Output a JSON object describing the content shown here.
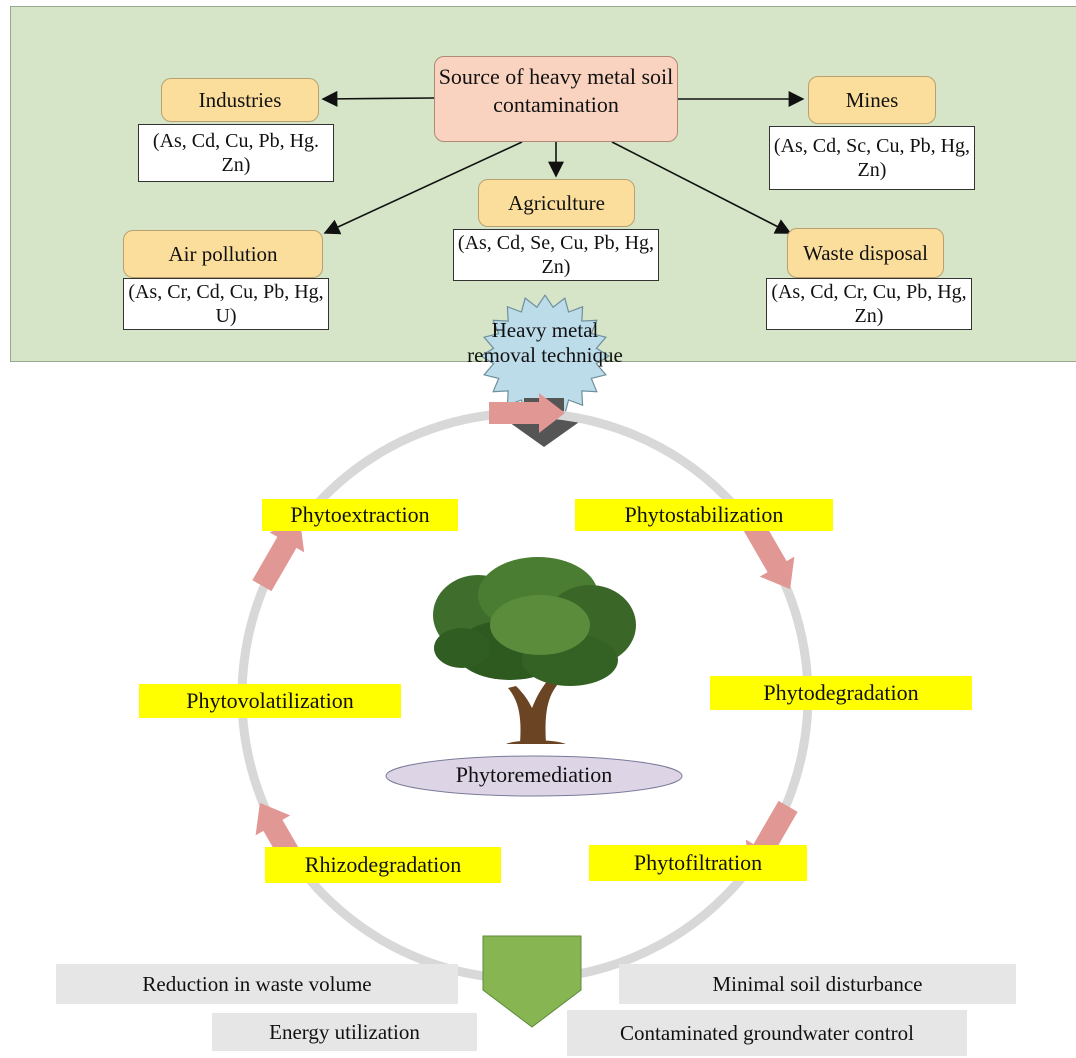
{
  "source": {
    "label": "Source of heavy metal soil contamination"
  },
  "categories": [
    {
      "id": "industries",
      "label": "Industries",
      "metals": "(As, Cd, Cu, Pb, Hg. Zn)"
    },
    {
      "id": "mines",
      "label": "Mines",
      "metals": "(As, Cd, Sc, Cu, Pb, Hg, Zn)"
    },
    {
      "id": "agriculture",
      "label": "Agriculture",
      "metals": "(As, Cd, Se, Cu, Pb, Hg, Zn)"
    },
    {
      "id": "air-pollution",
      "label": "Air pollution",
      "metals": "(As, Cr, Cd, Cu, Pb, Hg, U)"
    },
    {
      "id": "waste-disposal",
      "label": "Waste disposal",
      "metals": "(As, Cd, Cr, Cu, Pb, Hg, Zn)"
    }
  ],
  "removal": {
    "label": "Heavy metal removal technique"
  },
  "cycle": {
    "center_label": "Phytoremediation",
    "steps": [
      "Phytoextraction",
      "Phytostabilization",
      "Phytodegradation",
      "Phytofiltration",
      "Rhizodegradation",
      "Phytovolatilization"
    ]
  },
  "benefits": [
    "Reduction in waste volume",
    "Minimal soil disturbance",
    "Energy utilization",
    "Contaminated groundwater control"
  ],
  "colors": {
    "panel": "#d6e5c7",
    "source_box": "#f9d3bf",
    "category_box": "#fbde9b",
    "step_label": "#ffff00",
    "cycle_arrow": "#e19794",
    "down_arrow": "#555555",
    "pentagon": "#86b552",
    "benefit_box": "#e6e6e6",
    "center_ellipse": "#ddd5e6",
    "burst": "#bcdcea"
  }
}
